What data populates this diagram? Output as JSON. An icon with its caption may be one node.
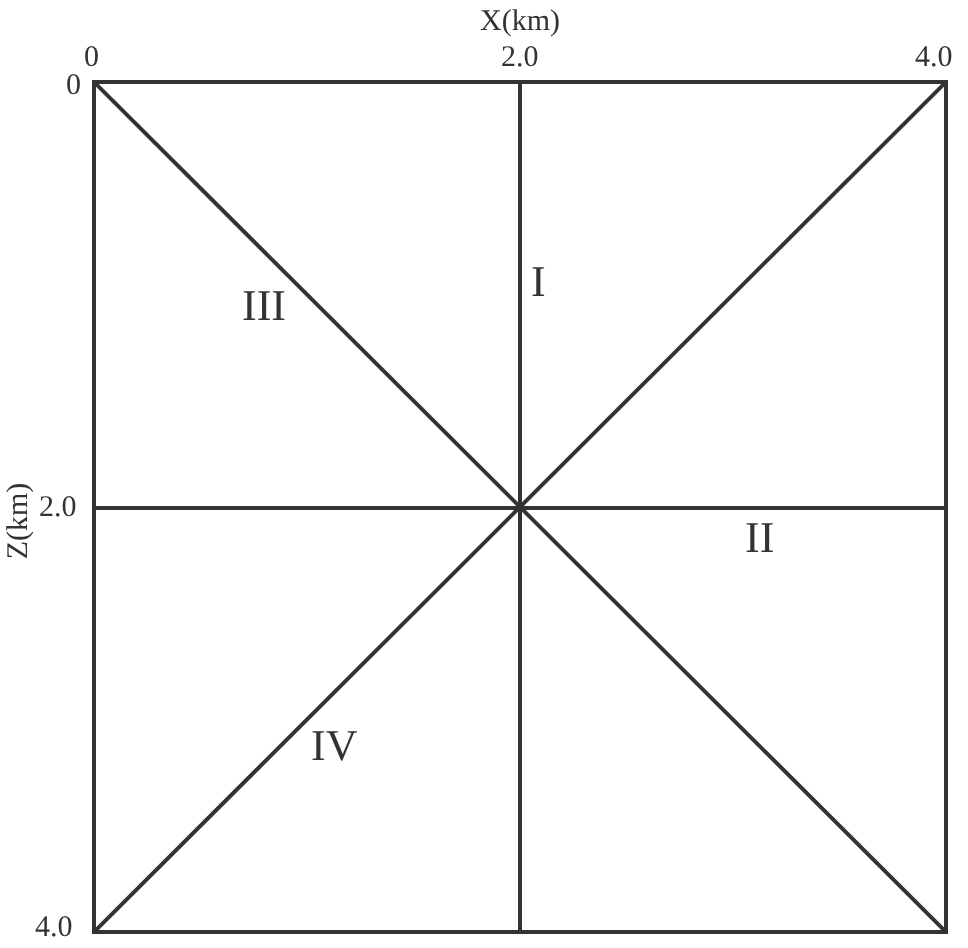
{
  "diagram": {
    "labels": [
      "X(km)",
      "0",
      "2.0",
      "4.0",
      "0",
      "I",
      "III",
      "Z(km)",
      "2.0",
      "II",
      "IV",
      "4.0"
    ]
  }
}
